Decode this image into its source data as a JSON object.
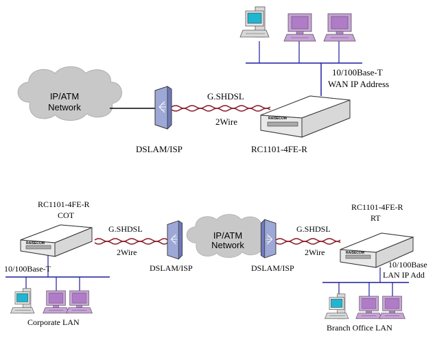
{
  "top": {
    "cloud": {
      "line1": "IP/ATM",
      "line2": "Network"
    },
    "link": {
      "protocol": "G.SHDSL",
      "medium": "2Wire"
    },
    "dslam": {
      "label": "DSLAM/ISP"
    },
    "router": {
      "label": "RC1101-4FE-R",
      "brand": "RAISECOM"
    },
    "lan": {
      "line1": "10/100Base-T",
      "line2": "WAN IP Address"
    }
  },
  "bottom": {
    "cot": {
      "line1": "RC1101-4FE-R",
      "line2": "COT",
      "brand": "RAISECOM"
    },
    "rt": {
      "line1": "RC1101-4FE-R",
      "line2": "RT",
      "brand": "RAISECOM"
    },
    "cloud": {
      "line1": "IP/ATM",
      "line2": "Network"
    },
    "left_link": {
      "protocol": "G.SHDSL",
      "medium": "2Wire"
    },
    "right_link": {
      "protocol": "G.SHDSL",
      "medium": "2Wire"
    },
    "left_dslam": {
      "label": "DSLAM/ISP"
    },
    "right_dslam": {
      "label": "DSLAM/ISP"
    },
    "left_lan": {
      "speed": "10/100Base-T",
      "name": "Corporate LAN"
    },
    "right_lan": {
      "line1": "10/100Base",
      "line2": "LAN IP Add",
      "name": "Branch Office LAN"
    }
  },
  "colors": {
    "cloud_fill": "#c8c8c8",
    "bus_line": "#1a1aa0",
    "dsl_line": "#8a1a2a",
    "dslam_fill": "#9ea8d6",
    "monitor_screen": "#20b5d0",
    "pc_body": "#c8a2d8"
  }
}
